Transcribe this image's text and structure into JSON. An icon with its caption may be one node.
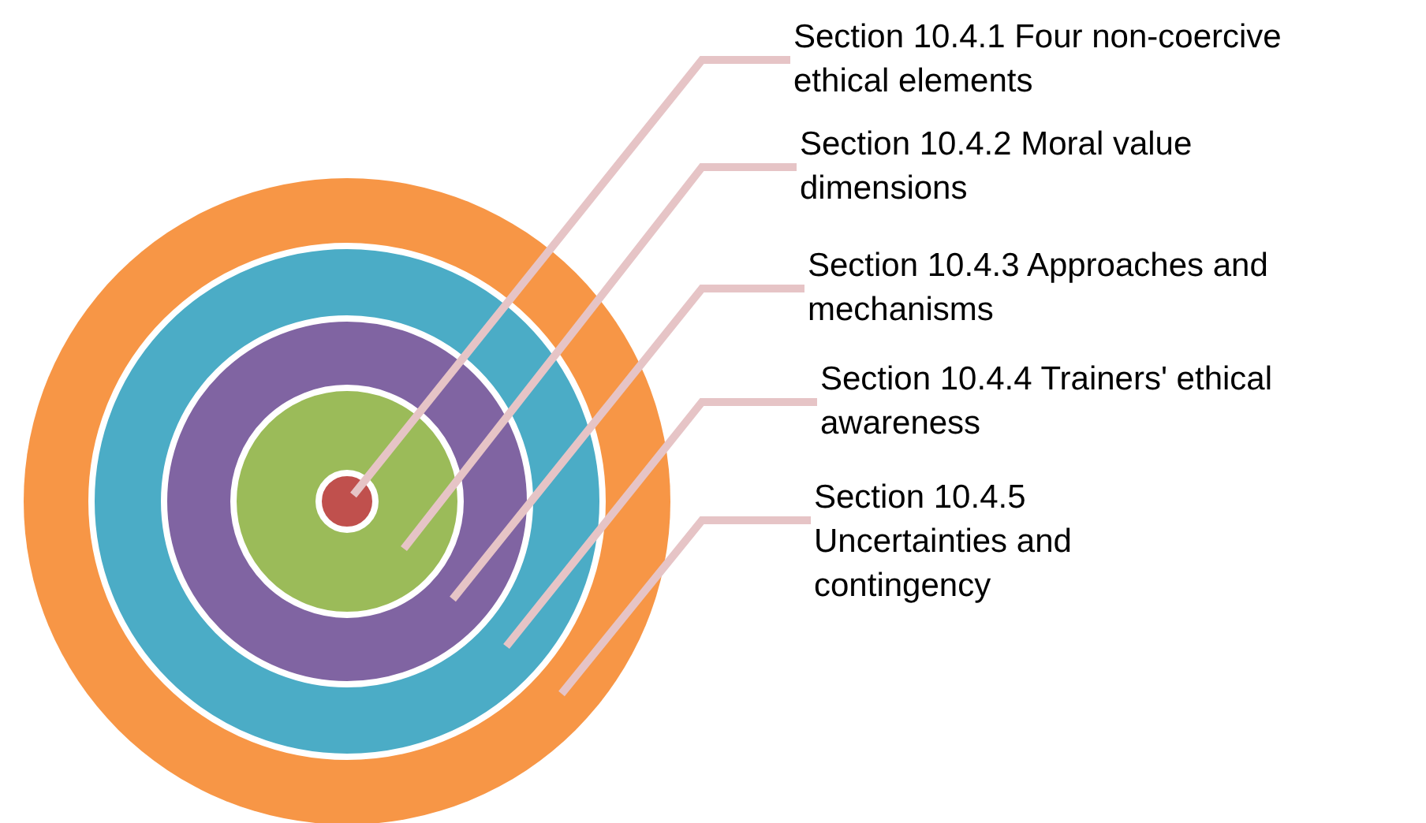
{
  "diagram": {
    "nodes": [
      {
        "text": [],
        "shape": "circle"
      },
      {
        "text": [],
        "shape": "circle",
        "in": 0
      },
      {
        "text": [],
        "shape": "circle",
        "in": 1
      },
      {
        "text": [],
        "shape": "circle",
        "in": 2
      },
      {
        "text": [],
        "shape": "circle",
        "in": 3
      },
      {
        "text": [
          "Section 10.4.1 Four non-coercive ethical elements"
        ]
      },
      {
        "text": [
          "Section 10.4.2 Moral value dimensions"
        ]
      },
      {
        "text": [
          "Section 10.4.3 Approaches and mechanisms"
        ]
      },
      {
        "text": [
          "Section 10.4.4 Trainers' ethical awareness"
        ]
      },
      {
        "text": [
          "Section 10.4.5 Uncertainties and contingency"
        ]
      }
    ],
    "edges": [
      {
        "from": 5,
        "to": 4,
        "arrow": "none"
      },
      {
        "from": 6,
        "to": 3,
        "arrow": "none"
      },
      {
        "from": 7,
        "to": 2,
        "arrow": "none"
      },
      {
        "from": 8,
        "to": 1,
        "arrow": "none"
      },
      {
        "from": 9,
        "to": 0,
        "arrow": "none"
      }
    ]
  }
}
